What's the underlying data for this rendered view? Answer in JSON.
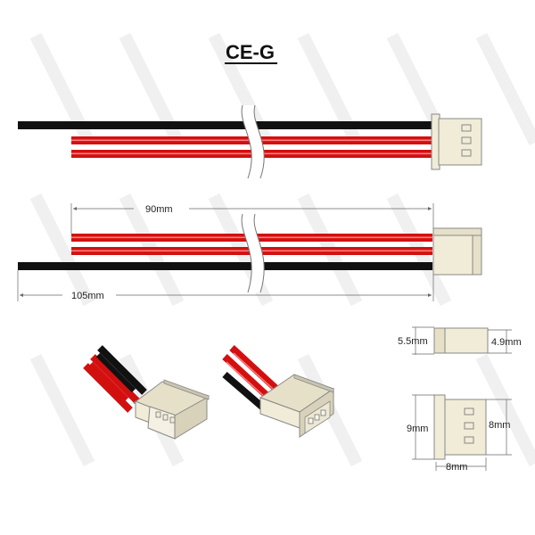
{
  "title": "CE-G",
  "dimensions": {
    "red_wire_length": "90mm",
    "black_wire_length": "105mm",
    "side_height": "5.5mm",
    "side_height_right": "4.9mm",
    "front_height": "9mm",
    "front_width": "8mm",
    "front_depth": "8mm"
  },
  "colors": {
    "black_wire": "#111111",
    "red_wire": "#d31010",
    "wire_highlight": "#ffffff",
    "connector": "#f1ecd8",
    "connector_edge": "#888888"
  }
}
